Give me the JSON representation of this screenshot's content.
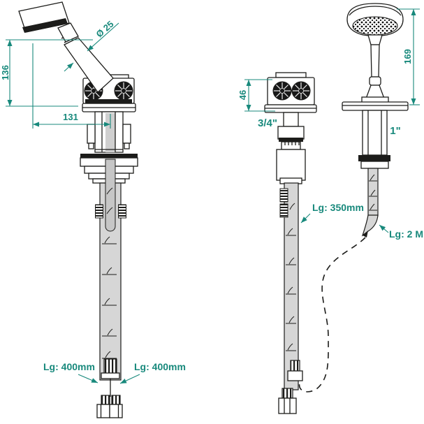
{
  "drawing": {
    "colors": {
      "accent": "#18897C",
      "ink": "#1C1C1A",
      "hose_fill": "#D6D6D6",
      "background": "#FFFFFF"
    },
    "labels": {
      "handle_diameter": "Ø 25",
      "front_height": "136",
      "front_reach": "131",
      "valve_height": "46",
      "valve_thread": "3/4\"",
      "shower_height": "169",
      "holder_thread": "1\"",
      "hose_front_left": "Lg: 400mm",
      "hose_front_right": "Lg: 400mm",
      "hose_middle": "Lg: 350mm",
      "shower_hose": "Lg: 2 M"
    }
  }
}
